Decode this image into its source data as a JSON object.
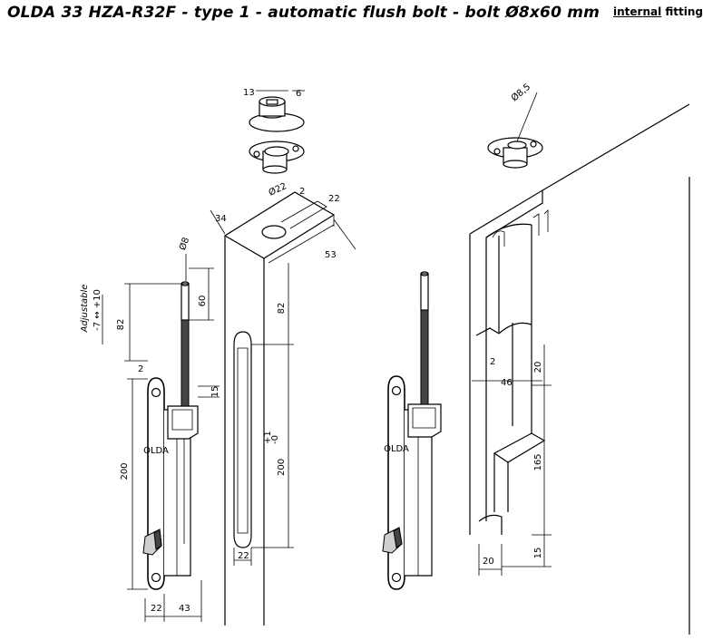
{
  "header": {
    "title": "OLDA 33 HZA-R32F -  type 1 - automatic flush bolt - bolt Ø8x60 mm",
    "badge_part1": "internal",
    "badge_part2": " fitting"
  },
  "dimensions": {
    "adjustable": "Adjustable",
    "adjust_range": "-7 ↔ +10",
    "d82_left": "82",
    "d2_left": "2",
    "d200_left": "200",
    "d22_bottom": "22",
    "d43_bottom": "43",
    "d8_bolt": "Ø8",
    "d60_bolt": "60",
    "d15_top": "15",
    "d13_top": "13",
    "d6_top": "6",
    "d22_dia": "Ø22",
    "d2_top": "2",
    "d22_top": "22",
    "d34": "34",
    "d53": "53",
    "d82_mid": "82",
    "d200_tol": "200 ",
    "d200_tol_plus": "+1",
    "d200_tol_zero": "-0",
    "d22_slot": "22",
    "d85": "Ø8,5",
    "d2_right": "2",
    "d46": "46",
    "d20_right": "20",
    "d165": "165",
    "d15_right": "15",
    "d20_bottom": "20"
  }
}
